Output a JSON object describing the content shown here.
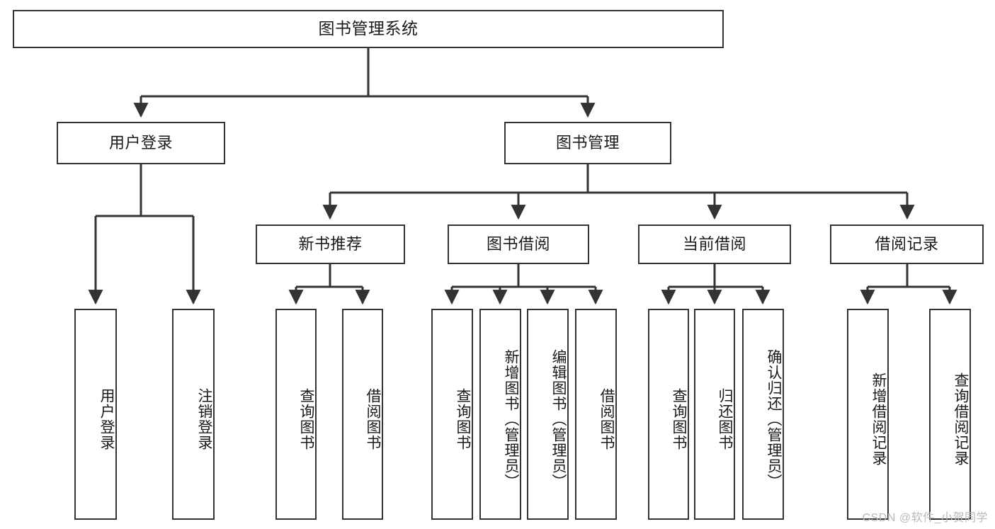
{
  "diagram": {
    "title": "图书管理系统",
    "watermark": "CSDN @软件_小贺同学",
    "colors": {
      "box_border": "#333333",
      "box_fill": "#ffffff",
      "connector": "#333333",
      "text": "#1a1a1a",
      "watermark": "#b9b9b9"
    },
    "nodes": {
      "root": {
        "label": "图书管理系统"
      },
      "level2": [
        {
          "label": "用户登录"
        },
        {
          "label": "图书管理"
        }
      ],
      "level3": [
        {
          "label": "新书推荐"
        },
        {
          "label": "图书借阅"
        },
        {
          "label": "当前借阅"
        },
        {
          "label": "借阅记录"
        }
      ],
      "leaves_user_login": [
        {
          "label": "用户登录"
        },
        {
          "label": "注销登录"
        }
      ],
      "leaves_new_book": [
        {
          "label": "查询图书"
        },
        {
          "label": "借阅图书"
        }
      ],
      "leaves_borrow": [
        {
          "label": "查询图书"
        },
        {
          "label": "新增图书（管理员）"
        },
        {
          "label": "编辑图书（管理员）"
        },
        {
          "label": "借阅图书"
        }
      ],
      "leaves_current": [
        {
          "label": "查询图书"
        },
        {
          "label": "归还图书"
        },
        {
          "label": "确认归还（管理员）"
        }
      ],
      "leaves_record": [
        {
          "label": "新增借阅记录"
        },
        {
          "label": "查询借阅记录"
        }
      ]
    }
  }
}
